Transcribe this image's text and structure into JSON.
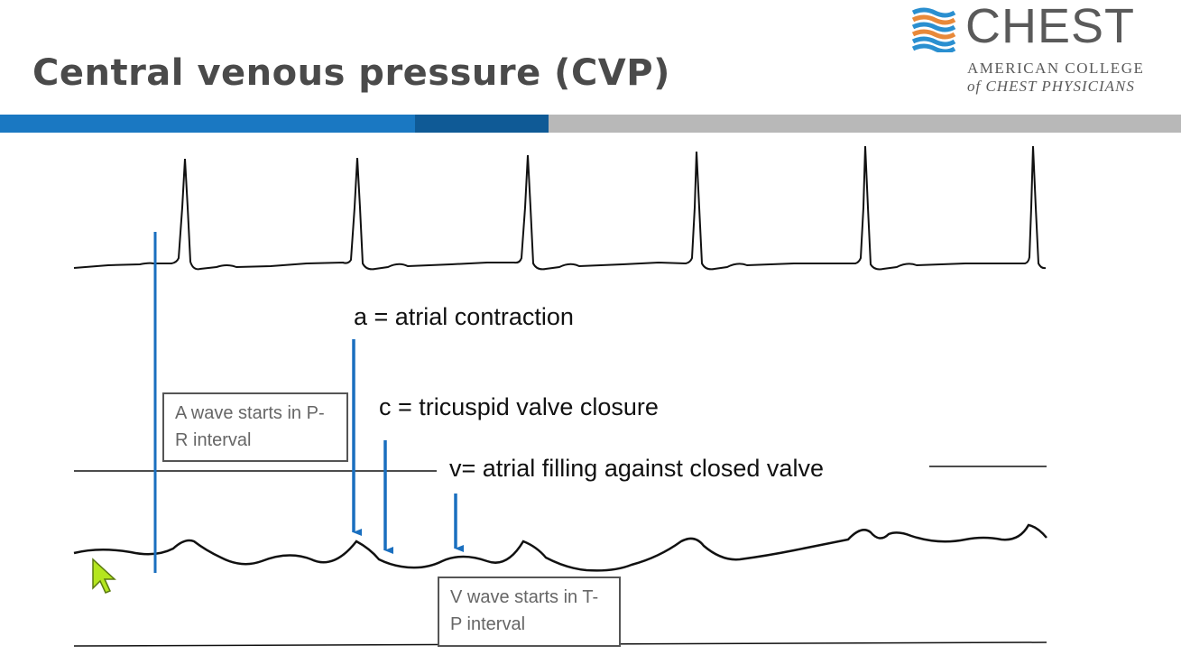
{
  "slide": {
    "title": "Central venous pressure (CVP)"
  },
  "logo": {
    "word": "CHEST",
    "line1": "AMERICAN COLLEGE",
    "line2": "of CHEST PHYSICIANS"
  },
  "labels": {
    "a_wave": "a = atrial contraction",
    "c_wave": "c = tricuspid valve closure",
    "v_wave": "v= atrial filling against closed valve"
  },
  "callouts": {
    "a_wave_box": "A wave starts in P-R interval",
    "v_wave_box": "V wave starts in T-P interval"
  },
  "colors": {
    "title_text": "#4a4a4a",
    "bar_blue": "#1a78c2",
    "bar_dark_blue": "#0f5a96",
    "bar_gray": "#b8b8b8",
    "arrow_blue": "#1a6fbf",
    "trace": "#111111",
    "cursor": "#b4e61e"
  },
  "icons": {
    "logo_icon": "chest-logo-icon",
    "cursor": "mouse-cursor-icon"
  }
}
